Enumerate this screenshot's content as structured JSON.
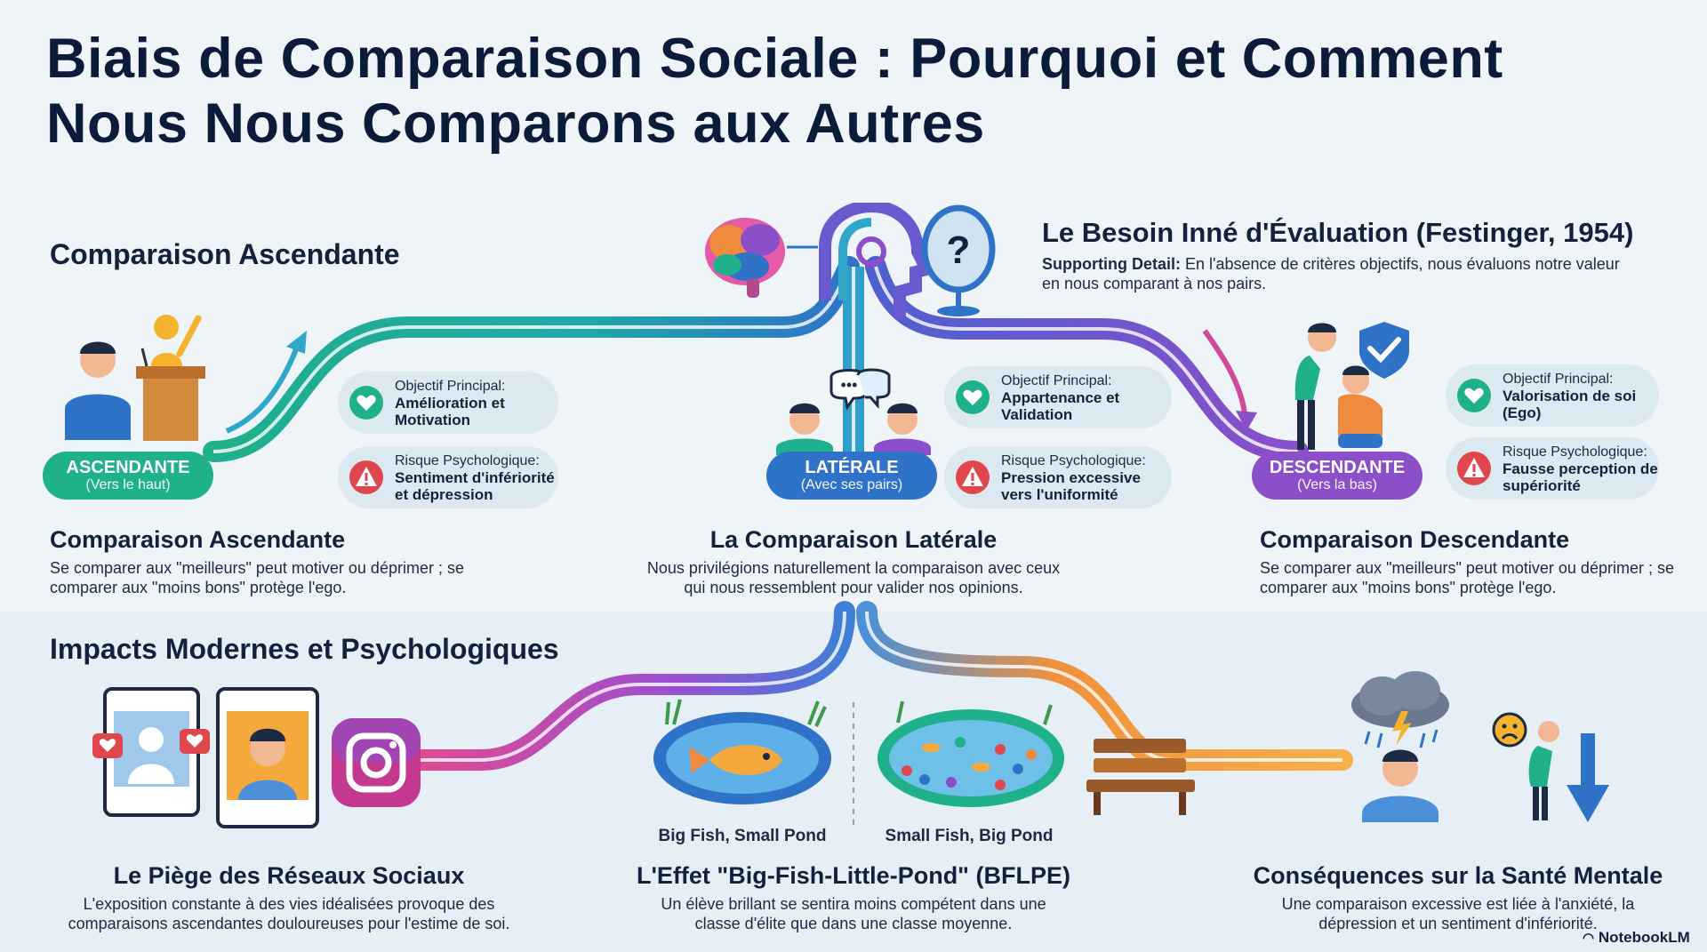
{
  "title": {
    "line1": "Biais de Comparaison Sociale : Pourquoi et Comment",
    "line2": "Nous Nous Comparons aux Autres"
  },
  "festinger": {
    "heading": "Le Besoin Inné d'Évaluation (Festinger, 1954)",
    "detail_label": "Supporting Detail:",
    "detail_text": "En l'absence de critères objectifs, nous évaluons notre valeur en nous comparant à nos pairs."
  },
  "top_label": "Comparaison Ascendante",
  "ascendante": {
    "pill_main": "ASCENDANTE",
    "pill_sub": "(Vers le haut)",
    "objective_label": "Objectif Principal:",
    "objective_value": "Amélioration et Motivation",
    "risk_label": "Risque Psychologique:",
    "risk_value": "Sentiment d'infériorité et dépression",
    "heading": "Comparaison Ascendante",
    "text": "Se comparer aux \"meilleurs\" peut motiver ou déprimer ; se comparer aux \"moins bons\" protège l'ego."
  },
  "laterale": {
    "pill_main": "LATÉRALE",
    "pill_sub": "(Avec ses pairs)",
    "objective_label": "Objectif Principal:",
    "objective_value": "Appartenance et Validation",
    "risk_label": "Risque Psychologique:",
    "risk_value": "Pression excessive vers l'uniformité",
    "heading": "La Comparaison Latérale",
    "text": "Nous privilégions naturellement la comparaison avec ceux qui nous ressemblent pour valider nos opinions."
  },
  "descendante": {
    "pill_main": "DESCENDANTE",
    "pill_sub": "(Vers la bas)",
    "objective_label": "Objectif Principal:",
    "objective_value": "Valorisation de soi (Ego)",
    "risk_label": "Risque Psychologique:",
    "risk_value": "Fausse perception de supériorité",
    "heading": "Comparaison Descendante",
    "text": "Se comparer aux \"meilleurs\" peut motiver ou déprimer ; se comparer aux \"moins bons\" protège l'ego."
  },
  "impacts": {
    "heading": "Impacts Modernes et Psychologiques",
    "social": {
      "heading": "Le Piège des Réseaux Sociaux",
      "text": "L'exposition constante à des vies idéalisées provoque des comparaisons ascendantes douloureuses pour l'estime de soi."
    },
    "bflpe": {
      "caption_left": "Big Fish, Small Pond",
      "caption_right": "Small Fish, Big Pond",
      "heading": "L'Effet \"Big-Fish-Little-Pond\" (BFLPE)",
      "text": "Un élève brillant se sentira moins compétent dans une classe d'élite que dans une classe moyenne."
    },
    "mental": {
      "heading": "Conséquences sur la Santé Mentale",
      "text": "Une comparaison excessive est liée à l'anxiété, la dépression et un sentiment d'infériorité."
    }
  },
  "logo": "NotebookLM",
  "colors": {
    "green": "#1fb08c",
    "blue": "#2f73c9",
    "purple": "#8a4fc9",
    "orange": "#f0913c",
    "magenta": "#d0408c",
    "risk": "#e0474c"
  }
}
